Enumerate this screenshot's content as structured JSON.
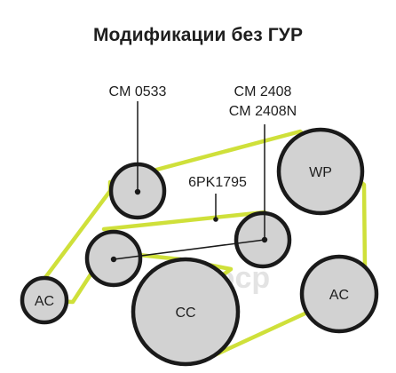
{
  "title": "Модификации без ГУР",
  "callouts": {
    "cm0533": "CM 0533",
    "cm2408_line1": "CM 2408",
    "cm2408_line2": "CM 2408N",
    "belt_code": "6PK1795"
  },
  "pulleys": {
    "wp": "WP",
    "ac_left": "AC",
    "ac_right": "AC",
    "cc": "CC"
  },
  "watermark": "oaocp",
  "colors": {
    "belt": "#cfe03a",
    "pulley_fill": "#d2d2d2",
    "pulley_stroke": "#1a1a1a",
    "text": "#1e1e1e"
  }
}
